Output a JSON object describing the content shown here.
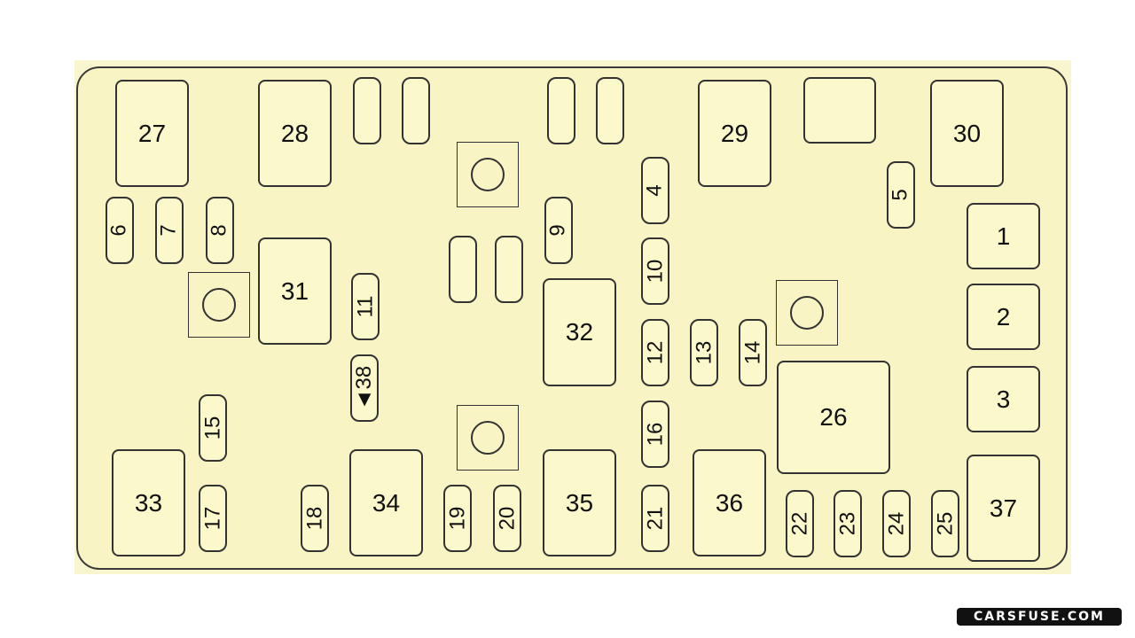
{
  "relays": [
    {
      "label": "27"
    },
    {
      "label": "28"
    },
    {
      "label": "29"
    },
    {
      "label": "30"
    },
    {
      "label": ""
    },
    {
      "label": "31"
    },
    {
      "label": "32"
    },
    {
      "label": "26"
    },
    {
      "label": "33"
    },
    {
      "label": "34"
    },
    {
      "label": "35"
    },
    {
      "label": "36"
    },
    {
      "label": "37"
    },
    {
      "label": "1"
    },
    {
      "label": "2"
    },
    {
      "label": "3"
    }
  ],
  "fuses": [
    {
      "label": "6"
    },
    {
      "label": "7"
    },
    {
      "label": "8"
    },
    {
      "label": "9"
    },
    {
      "label": "4"
    },
    {
      "label": "5"
    },
    {
      "label": "10"
    },
    {
      "label": "11"
    },
    {
      "label": "12"
    },
    {
      "label": "13"
    },
    {
      "label": "14"
    },
    {
      "label": "◄38"
    },
    {
      "label": "15"
    },
    {
      "label": "16"
    },
    {
      "label": "17"
    },
    {
      "label": "18"
    },
    {
      "label": "19"
    },
    {
      "label": "20"
    },
    {
      "label": "21"
    },
    {
      "label": "22"
    },
    {
      "label": "23"
    },
    {
      "label": "24"
    },
    {
      "label": "25"
    },
    {
      "label": ""
    },
    {
      "label": ""
    },
    {
      "label": ""
    },
    {
      "label": ""
    },
    {
      "label": ""
    },
    {
      "label": ""
    }
  ],
  "watermark": "CARSFUSE.COM"
}
